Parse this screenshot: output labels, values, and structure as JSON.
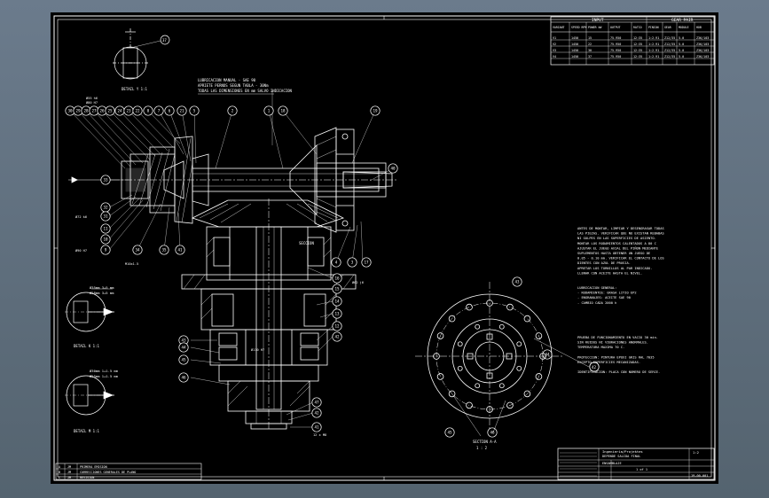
{
  "drawing": {
    "title_block": {
      "company": "Ingeniería/Projektes",
      "title": "DEPENDE SALIDA FINAL",
      "subtitle": "ENSAMBLAJE",
      "scale_label": "1:2",
      "sheet": "1 of 1",
      "number": "19-00-001"
    },
    "revisions": [
      {
        "rev": "A",
        "by": "JM",
        "desc": "PRIMERA EMISION"
      },
      {
        "rev": "B",
        "by": "JM",
        "desc": "CORRECCIONES GENERALES DE PLANO"
      },
      {
        "rev": "C",
        "by": "JM",
        "desc": "REVISION"
      }
    ],
    "detail_labels": [
      "DETAIL Y 1:1",
      "DETAIL K 1:1",
      "DETAIL M 1:1",
      "SECTION A-A"
    ],
    "section_note": "SECCION",
    "callouts_top_left": [
      "30",
      "29",
      "28",
      "27",
      "26",
      "25",
      "24",
      "23",
      "22",
      "8",
      "7",
      "6",
      "21",
      "5"
    ],
    "callouts_left": [
      "33",
      "32",
      "31",
      "11",
      "10",
      "9",
      "34",
      "35"
    ],
    "callouts_right": [
      "4",
      "3",
      "19",
      "18",
      "17",
      "16",
      "15",
      "14",
      "13",
      "12",
      "2",
      "1",
      "40",
      "41",
      "42",
      "43",
      "44",
      "45",
      "46",
      "47"
    ],
    "top_table": {
      "header_left": "INPUT",
      "header_right": "GEAR PAIR",
      "columns": [
        "VARIANT",
        "SPEED RPM",
        "POWER kW",
        "OUTPUT",
        "RATIO",
        "PINION",
        "GEAR",
        "MODULE",
        "HOB"
      ],
      "rows": [
        [
          "V1",
          "1450",
          "15",
          "75-950",
          "12:35",
          "1:2.91",
          "Z12/35",
          "5.0",
          "Z36/103"
        ],
        [
          "V2",
          "1450",
          "22",
          "75-950",
          "12:35",
          "1:2.91",
          "Z12/35",
          "5.0",
          "Z36/103"
        ],
        [
          "V3",
          "1450",
          "30",
          "75-950",
          "12:35",
          "1:2.91",
          "Z12/35",
          "5.0",
          "Z36/103"
        ],
        [
          "V4",
          "1450",
          "37",
          "75-950",
          "12:35",
          "1:2.91",
          "Z12/35",
          "5.0",
          "Z36/103"
        ]
      ]
    },
    "top_notes": [
      "LUBRICACION MANUAL - SAE 90",
      "APRIETE PERNOS SEGUN TABLA - 30Nm",
      "TODAS LAS DIMENSIONES EN mm SALVO INDICACION"
    ],
    "notes_block_1": [
      "ANTES DE MONTAR, LIMPIAR Y DESENGRASAR TODAS",
      "LAS PIEZAS. VERIFICAR QUE NO EXISTAN REBABAS",
      "NI GOLPES EN LAS SUPERFICIES DE ASIENTO.",
      "MONTAR LOS RODAMIENTOS CALENTADOS A 80 C",
      "AJUSTAR EL JUEGO AXIAL DEL PIÑON MEDIANTE",
      "SUPLEMENTOS HASTA OBTENER UN JUEGO DE",
      "0.05 - 0.10 mm. VERIFICAR EL CONTACTO DE LOS",
      "DIENTES CON AZUL DE PRUSIA.",
      "APRETAR LOS TORNILLOS AL PAR INDICADO.",
      "LLENAR CON ACEITE HASTA EL NIVEL."
    ],
    "notes_block_2": [
      "LUBRICACION GENERAL:",
      "- RODAMIENTOS: GRASA LITIO EP2",
      "- ENGRANAJES: ACEITE SAE 90",
      "- CAMBIO CADA 2000 h"
    ],
    "notes_block_3": [
      "PRUEBA DE FUNCIONAMIENTO EN VACIO 30 min.",
      "SIN RUIDOS NI VIBRACIONES ANORMALES.",
      "TEMPERATURA MAXIMA 70 C.",
      "",
      "PROTECCION: PINTURA EPOXI GRIS RAL 7035",
      "EXCEPTO SUPERFICIES MECANIZADAS.",
      "",
      "IDENTIFICACION: PLACA CON NUMERO DE SERIE."
    ],
    "dimension_labels": [
      "Ø55 h6",
      "Ø80 H7",
      "Ø72 k6",
      "Ø90 H7",
      "M10x1.5",
      "Ø62 j6",
      "Ø110 H7",
      "12 x M8"
    ]
  }
}
